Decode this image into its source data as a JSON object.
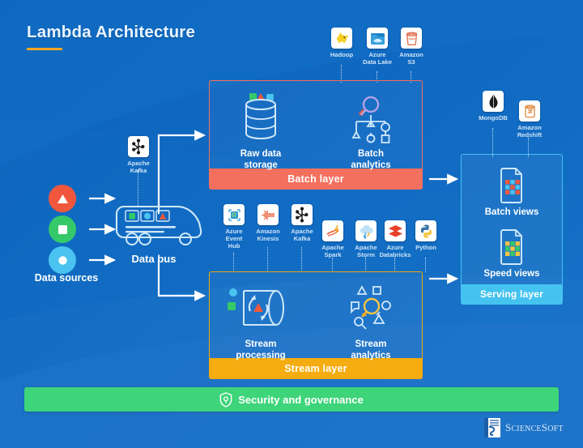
{
  "title": "Lambda Architecture",
  "data_sources": {
    "label": "Data sources",
    "items": [
      {
        "name": "source-triangle",
        "color": "#F1573C",
        "glyph": "triangle"
      },
      {
        "name": "source-square",
        "color": "#35C96A",
        "glyph": "square"
      },
      {
        "name": "source-circle",
        "color": "#4AC3F0",
        "glyph": "circle"
      }
    ]
  },
  "data_bus": {
    "label": "Data bus",
    "tool": {
      "label": "Apache\nKafka",
      "line1": "Apache",
      "line2": "Kafka",
      "icon": "apache-kafka-icon"
    }
  },
  "batch_tools": [
    {
      "line1": "Hadoop",
      "line2": "",
      "icon": "hadoop-icon"
    },
    {
      "line1": "Azure",
      "line2": "Data Lake",
      "icon": "azure-data-lake-icon"
    },
    {
      "line1": "Amazon",
      "line2": "S3",
      "icon": "amazon-s3-icon"
    }
  ],
  "stream_ingest_tools": [
    {
      "line1": "Azure",
      "line2": "Event",
      "line3": "Hub",
      "icon": "azure-event-hub-icon"
    },
    {
      "line1": "Amazon",
      "line2": "Kinesis",
      "line3": "",
      "icon": "amazon-kinesis-icon"
    },
    {
      "line1": "Apache",
      "line2": "Kafka",
      "line3": "",
      "icon": "apache-kafka-icon"
    }
  ],
  "stream_process_tools": [
    {
      "line1": "Apache",
      "line2": "Spark",
      "icon": "apache-spark-icon"
    },
    {
      "line1": "Apache",
      "line2": "Storm",
      "icon": "apache-storm-icon"
    },
    {
      "line1": "Azure",
      "line2": "Databricks",
      "icon": "azure-databricks-icon"
    },
    {
      "line1": "Python",
      "line2": "",
      "icon": "python-icon"
    }
  ],
  "serving_tools": [
    {
      "line1": "MongoDB",
      "line2": "",
      "icon": "mongodb-icon"
    },
    {
      "line1": "Amazon",
      "line2": "Redshift",
      "icon": "amazon-redshift-icon"
    }
  ],
  "batch_layer": {
    "bar_label": "Batch layer",
    "bar_color": "#F4705E",
    "nodes": [
      {
        "line1": "Raw data",
        "line2": "storage",
        "icon": "database-cylinder-icon"
      },
      {
        "line1": "Batch",
        "line2": "analytics",
        "icon": "hierarchy-magnifier-icon"
      }
    ]
  },
  "stream_layer": {
    "bar_label": "Stream layer",
    "bar_color": "#F4AC10",
    "nodes": [
      {
        "line1": "Stream",
        "line2": "processing",
        "icon": "stream-cylinder-icon"
      },
      {
        "line1": "Stream",
        "line2": "analytics",
        "icon": "shapes-magnifier-icon"
      }
    ]
  },
  "serving_layer": {
    "bar_label": "Serving layer",
    "bar_color": "#45C3F0",
    "nodes": [
      {
        "label": "Batch views",
        "icon": "batch-views-doc-icon"
      },
      {
        "label": "Speed views",
        "icon": "speed-views-doc-icon"
      }
    ]
  },
  "security": {
    "label": "Security and governance",
    "color": "#3ED47A",
    "icon": "shield-icon"
  },
  "logo": {
    "brand_a": "S",
    "brand_b": "CIENCE",
    "brand_c": "S",
    "brand_d": "OFT",
    "icon": "sciencesoft-logo-icon"
  },
  "colors": {
    "background": "#1069C0",
    "batch": "#F4705E",
    "stream": "#F4AC10",
    "serving": "#45C3F0",
    "security": "#3ED47A",
    "accent_rule": "#F6A623"
  }
}
